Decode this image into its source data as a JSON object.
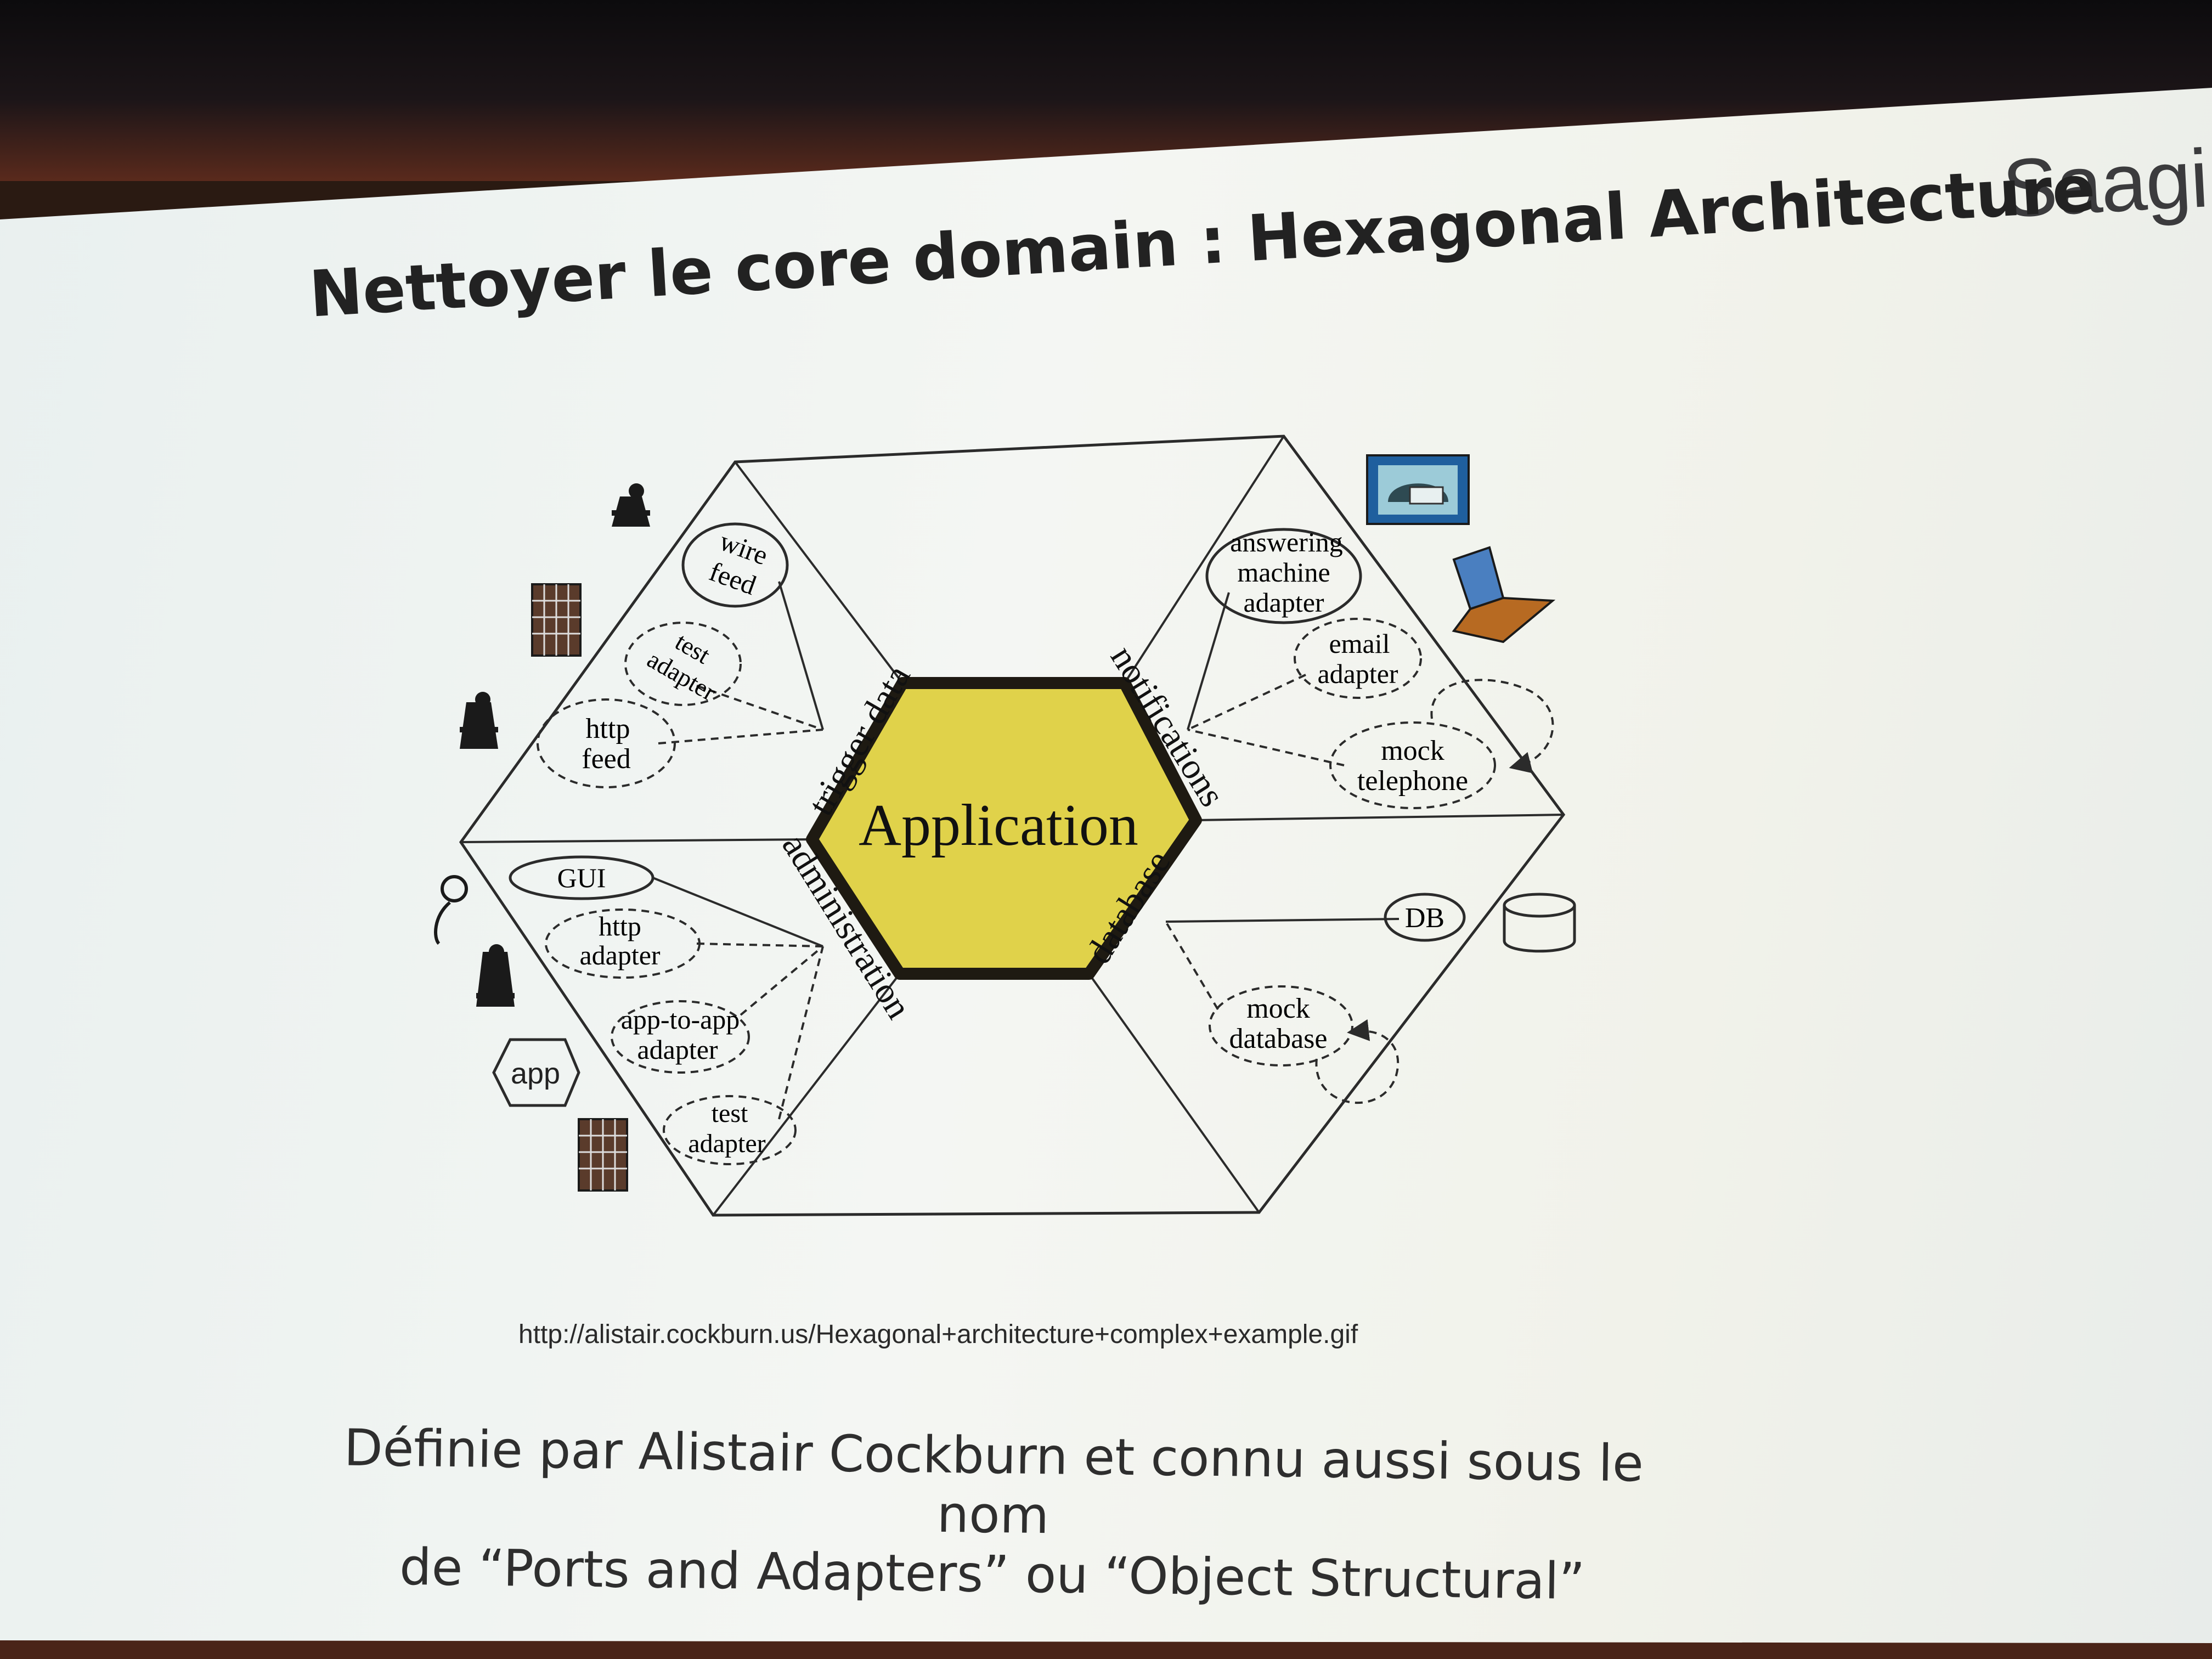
{
  "slide": {
    "logo": "Saagi",
    "title": "Nettoyer le core domain : Hexagonal Architecture",
    "source_url": "http://alistair.cockburn.us/Hexagonal+architecture+complex+example.gif",
    "caption_line1": "Définie par Alistair Cockburn et connu aussi sous le nom",
    "caption_line2": "de “Ports and Adapters” ou “Object Structural”"
  },
  "diagram": {
    "core": "Application",
    "ports": {
      "trigger_data": "trigger data",
      "notifications": "notifications",
      "administration": "administration",
      "database": "database"
    },
    "adapters": {
      "wire_feed": [
        "wire",
        "feed"
      ],
      "test_adapter_top": [
        "test",
        "adapter"
      ],
      "http_feed": [
        "http",
        "feed"
      ],
      "answering_machine": [
        "answering",
        "machine",
        "adapter"
      ],
      "email_adapter": [
        "email",
        "adapter"
      ],
      "mock_telephone": [
        "mock",
        "telephone"
      ],
      "gui": "GUI",
      "http_adapter": [
        "http",
        "adapter"
      ],
      "app_to_app": [
        "app-to-app",
        "adapter"
      ],
      "test_adapter_bottom": [
        "test",
        "adapter"
      ],
      "db": "DB",
      "mock_database": [
        "mock",
        "database"
      ]
    },
    "actors": {
      "app": "app"
    }
  },
  "colors": {
    "core_fill": "#e0d24a",
    "core_border": "#1e1a12",
    "line": "#2b2b2b"
  }
}
